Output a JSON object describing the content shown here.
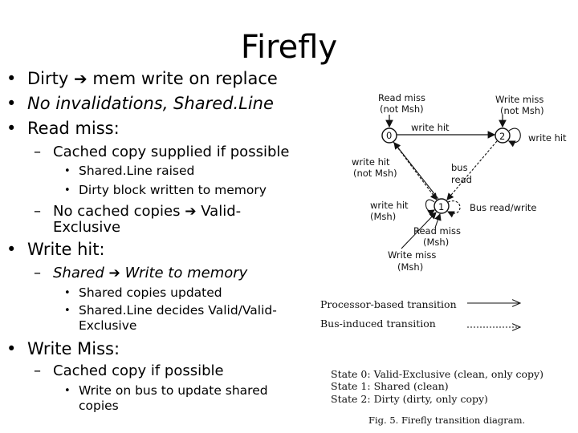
{
  "title": "Firefly",
  "bullets": {
    "b1_pre": "Dirty",
    "b1_post": "mem write on replace",
    "b2": "No invalidations, Shared.Line",
    "b3": "Read miss:",
    "b3a": "Cached copy supplied if possible",
    "b3a1": "Shared.Line raised",
    "b3a2": "Dirty block written to memory",
    "b3b_pre": "No cached copies",
    "b3b_post": "Valid-",
    "b3b_line2": "Exclusive",
    "b4": "Write hit:",
    "b4a_pre": "Shared",
    "b4a_post": "Write to memory",
    "b4a1": "Shared copies updated",
    "b4a2": "Shared.Line decides Valid/Valid-",
    "b4a2_line2": "Exclusive",
    "b5": "Write Miss:",
    "b5a": "Cached copy if possible",
    "b5a1": "Write on bus to update shared",
    "b5a1_line2": "copies"
  },
  "diagram": {
    "state0": "0",
    "state1": "1",
    "state2": "2",
    "read_miss_top": "Read miss",
    "read_miss_top_sub": "(not Msh)",
    "write_miss_top": "Write miss",
    "write_miss_top_sub": "(not Msh)",
    "write_hit_top": "write hit",
    "write_hit_right": "write hit",
    "write_hit_left": "write hit",
    "write_hit_left_sub": "(not Msh)",
    "bus_read": "bus",
    "bus_read_sub": "read",
    "write_hit_msh": "write hit",
    "write_hit_msh_sub": "(Msh)",
    "bus_rw": "Bus read/write",
    "read_miss_msh": "Read miss",
    "read_miss_msh_sub": "(Msh)",
    "write_miss_msh": "Write miss",
    "write_miss_msh_sub": "(Msh)",
    "legend_processor": "Processor-based transition",
    "legend_bus": "Bus-induced transition",
    "state0_desc": "State 0:  Valid-Exclusive (clean, only copy)",
    "state1_desc": "State 1:  Shared (clean)",
    "state2_desc": "State 2:  Dirty (dirty, only copy)",
    "caption": "Fig. 5.    Firefly transition diagram."
  }
}
